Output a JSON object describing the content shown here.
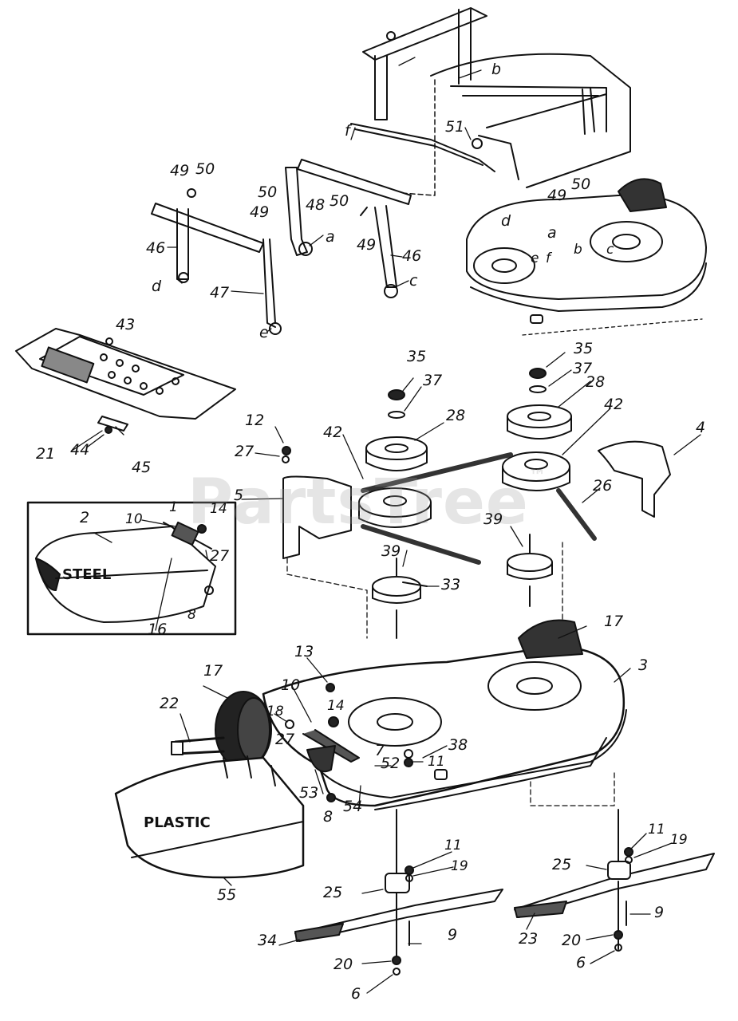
{
  "watermark": "PartsTree",
  "watermark_tm": "™",
  "inset": {
    "material_top": "STEEL",
    "material_bottom": "PLASTIC"
  },
  "labels": {
    "n1": "1",
    "n2": "2",
    "n3": "3",
    "n4": "4",
    "n5": "5",
    "n6a": "6",
    "n6b": "6",
    "n7": "7",
    "n8a": "8",
    "n8b": "8",
    "n9a": "9",
    "n9b": "9",
    "n10a": "10",
    "n10b": "10",
    "n11a": "11",
    "n11b": "11",
    "n11c": "11",
    "n12": "12",
    "n13": "13",
    "n14a": "14",
    "n14b": "14",
    "n16": "16",
    "n17a": "17",
    "n17b": "17",
    "n18": "18",
    "n19a": "19",
    "n19b": "19",
    "n20a": "20",
    "n20b": "20",
    "n21": "21",
    "n22": "22",
    "n23": "23",
    "n25a": "25",
    "n25b": "25",
    "n26": "26",
    "n27a": "27",
    "n27b": "27",
    "n27c": "27",
    "n28a": "28",
    "n28b": "28",
    "n33": "33",
    "n34": "34",
    "n35a": "35",
    "n35b": "35",
    "n37a": "37",
    "n37b": "37",
    "n38": "38",
    "n39a": "39",
    "n39b": "39",
    "n42a": "42",
    "n42b": "42",
    "n43": "43",
    "n44": "44",
    "n45": "45",
    "n46a": "46",
    "n46b": "46",
    "n47": "47",
    "n48": "48",
    "n49a": "49",
    "n49b": "49",
    "n49c": "49",
    "n50a": "50",
    "n50b": "50",
    "n50c": "50",
    "n50d": "50",
    "n51": "51",
    "n52": "52",
    "n53": "53",
    "n54": "54",
    "n55": "55",
    "la1": "a",
    "la2": "a",
    "lb1": "b",
    "lb2": "b",
    "lc1": "c",
    "lc2": "c",
    "ld1": "d",
    "ld2": "d",
    "le1": "e",
    "le2": "e",
    "lf1": "f",
    "lf2": "f"
  }
}
